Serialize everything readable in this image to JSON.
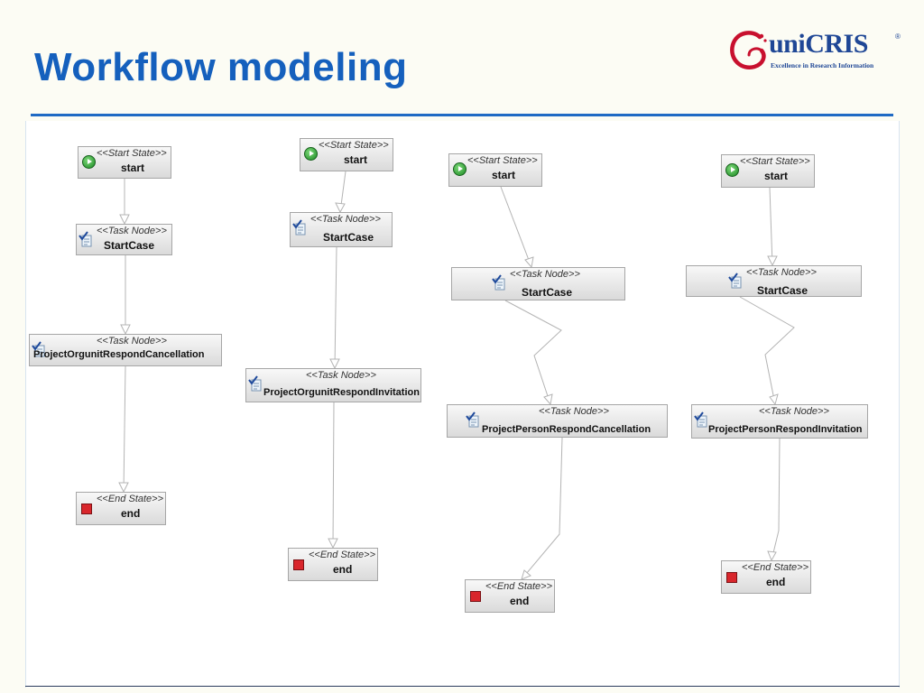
{
  "slide": {
    "title": "Workflow modeling"
  },
  "logo": {
    "name": "uniCRIS",
    "registered": "®",
    "tagline": "Excellence in Research Information"
  },
  "stereotypes": {
    "start": "<<Start State>>",
    "task": "<<Task Node>>",
    "end": "<<End State>>"
  },
  "workflows": [
    {
      "id": "wf1",
      "nodes": [
        {
          "type": "start",
          "name": "start"
        },
        {
          "type": "task",
          "name": "StartCase"
        },
        {
          "type": "task",
          "name": "ProjectOrgunitRespondCancellation"
        },
        {
          "type": "end",
          "name": "end"
        }
      ]
    },
    {
      "id": "wf2",
      "nodes": [
        {
          "type": "start",
          "name": "start"
        },
        {
          "type": "task",
          "name": "StartCase"
        },
        {
          "type": "task",
          "name": "ProjectOrgunitRespondInvitation"
        },
        {
          "type": "end",
          "name": "end"
        }
      ]
    },
    {
      "id": "wf3",
      "nodes": [
        {
          "type": "start",
          "name": "start"
        },
        {
          "type": "task",
          "name": "StartCase"
        },
        {
          "type": "task",
          "name": "ProjectPersonRespondCancellation"
        },
        {
          "type": "end",
          "name": "end"
        }
      ]
    },
    {
      "id": "wf4",
      "nodes": [
        {
          "type": "start",
          "name": "start"
        },
        {
          "type": "task",
          "name": "StartCase"
        },
        {
          "type": "task",
          "name": "ProjectPersonRespondInvitation"
        },
        {
          "type": "end",
          "name": "end"
        }
      ]
    }
  ],
  "colors": {
    "title": "#1560bd",
    "rule": "#1f6ac4",
    "start_icon": "#1b8a23",
    "end_icon": "#d9262c",
    "logo": "#1f4796",
    "logo_accent": "#c8102e"
  }
}
